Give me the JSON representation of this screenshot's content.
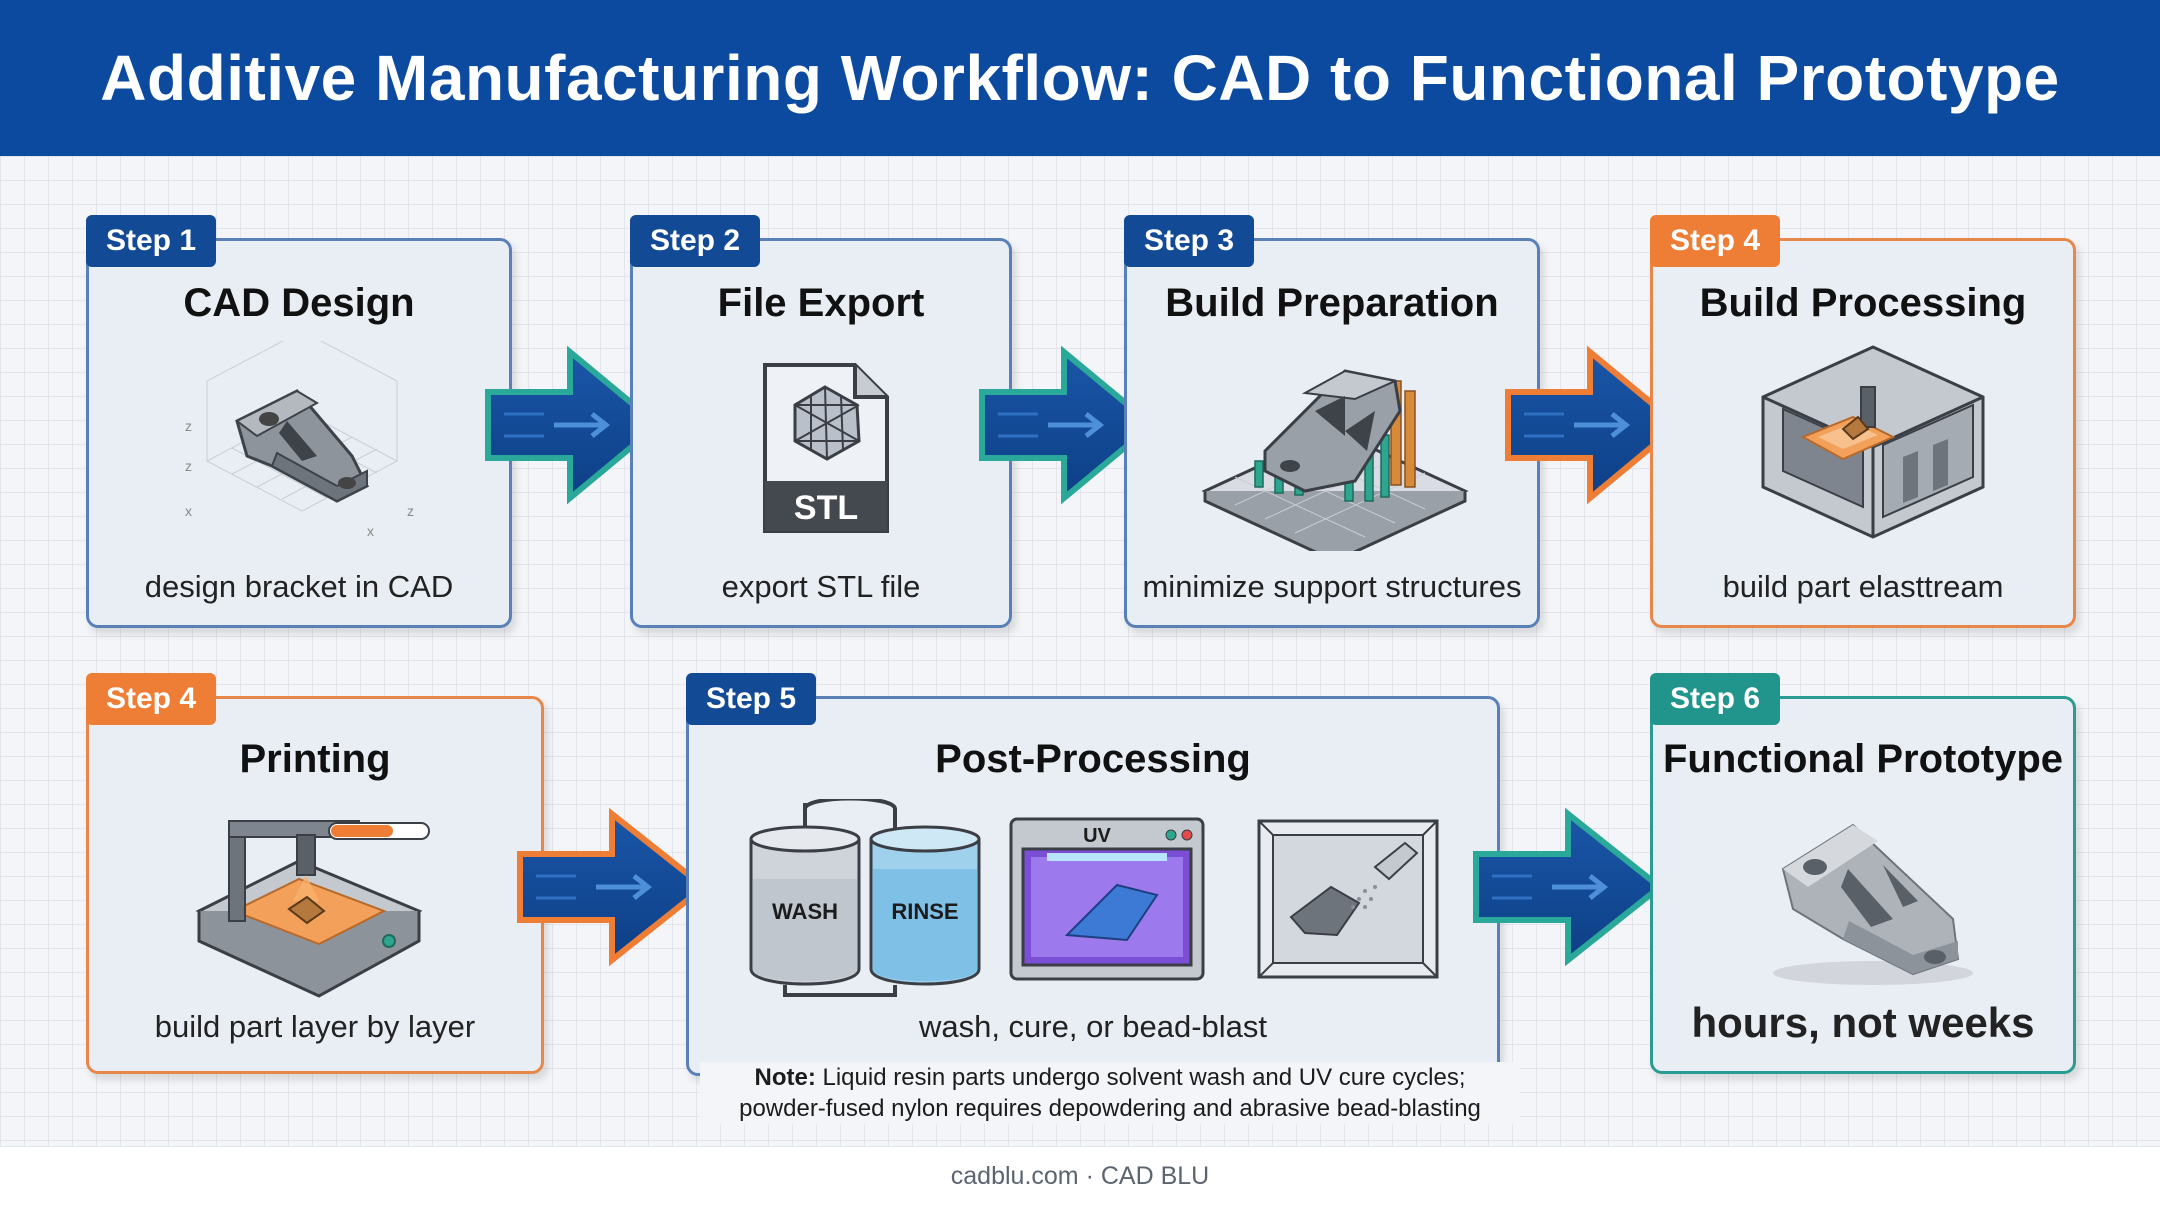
{
  "title": "Additive Manufacturing Workflow: CAD to Functional Prototype",
  "steps": [
    {
      "badge": "Step 1",
      "title": "CAD Design",
      "caption": "design bracket in CAD",
      "icon": "cad-bracket-icon"
    },
    {
      "badge": "Step 2",
      "title": "File Export",
      "caption": "export STL file",
      "icon": "stl-file-icon",
      "file_label": "STL"
    },
    {
      "badge": "Step 3",
      "title": "Build Preparation",
      "caption": "minimize support structures",
      "icon": "support-structure-icon"
    },
    {
      "badge": "Step 4",
      "title": "Build Processing",
      "caption": "build part elasttream",
      "icon": "printer-machine-icon"
    },
    {
      "badge": "Step 4",
      "title": "Printing",
      "caption": "build part layer by layer",
      "icon": "printing-icon"
    },
    {
      "badge": "Step 5",
      "title": "Post-Processing",
      "caption": "wash, cure, or bead-blast",
      "icon": "post-processing-icon",
      "tanks": {
        "wash": "WASH",
        "rinse": "RINSE",
        "uv": "UV"
      }
    },
    {
      "badge": "Step 6",
      "title": "Functional Prototype",
      "caption": "hours, not weeks",
      "icon": "prototype-bracket-icon"
    }
  ],
  "note": {
    "label": "Note:",
    "line1": "Liquid resin parts undergo solvent wash and UV cure cycles;",
    "line2": "powder-fused nylon requires depowdering and abrasive bead-blasting"
  },
  "footer": "cadblu.com · CAD BLU",
  "colors": {
    "header": "#0b4a9e",
    "blue_accent": "#124a96",
    "orange_accent": "#ee7d36",
    "teal_accent": "#21958c"
  }
}
